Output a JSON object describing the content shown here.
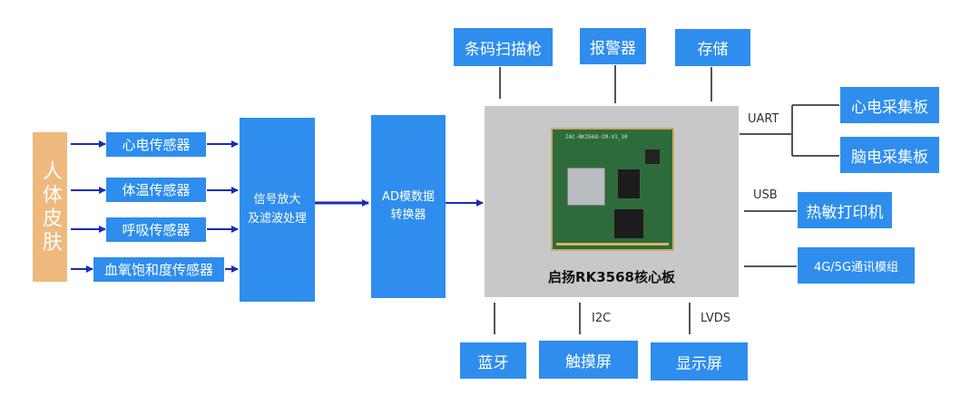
{
  "colors": {
    "box": "#2e8ded",
    "skin": "#efb97d",
    "core": "#c8c8c8",
    "wire": "#555555",
    "arrow": "#1a2bb8",
    "text": "#ffffff"
  },
  "skin_label": "人体皮肤",
  "sensors": [
    "心电传感器",
    "体温传感器",
    "呼吸传感器",
    "血氧饱和度传感器"
  ],
  "signal_box": "信号放大\n及滤波处理",
  "ad_box": "AD模数据\n转换器",
  "core": {
    "label": "启扬RK3568核心板",
    "chip_text": "IAC-RK3568-CM-V1_10"
  },
  "top_peripherals": [
    "条码扫描枪",
    "报警器",
    "存储"
  ],
  "bottom_peripherals": [
    "蓝牙",
    "触摸屏",
    "显示屏"
  ],
  "bottom_interfaces": [
    "I2C",
    "LVDS"
  ],
  "right_boards": [
    "心电采集板",
    "脑电采集板"
  ],
  "right_interfaces": [
    "UART",
    "USB"
  ],
  "printer": "热敏打印机",
  "comm_module": "4G/5G通讯模组"
}
